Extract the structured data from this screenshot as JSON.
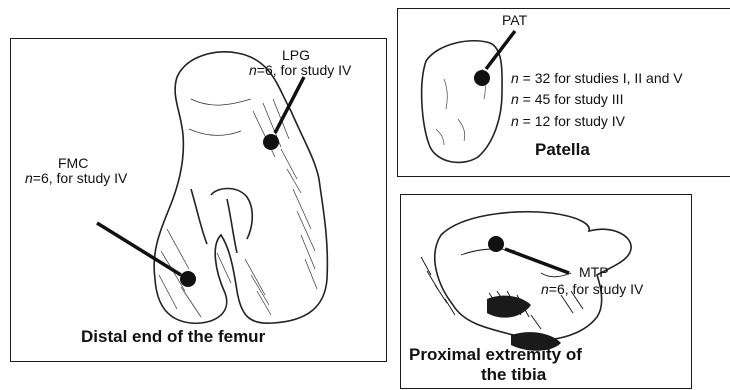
{
  "femur": {
    "title": "Distal end of the femur",
    "lpg": {
      "name": "LPG",
      "n_prefix": "n",
      "n_rest": "=6, for study IV"
    },
    "fmc": {
      "name": "FMC",
      "n_prefix": "n",
      "n_rest": "=6, for study IV"
    }
  },
  "patella": {
    "title": "Patella",
    "pat": {
      "name": "PAT"
    },
    "counts": [
      {
        "n": "n",
        "rest": " = 32 for studies I, II and V"
      },
      {
        "n": "n",
        "rest": " = 45 for study III"
      },
      {
        "n": "n",
        "rest": " = 12 for study IV"
      }
    ]
  },
  "tibia": {
    "title_line1": "Proximal extremity of",
    "title_line2": "the tibia",
    "mtp": {
      "name": "MTP",
      "n_prefix": "n",
      "n_rest": "=6, for study IV"
    }
  }
}
